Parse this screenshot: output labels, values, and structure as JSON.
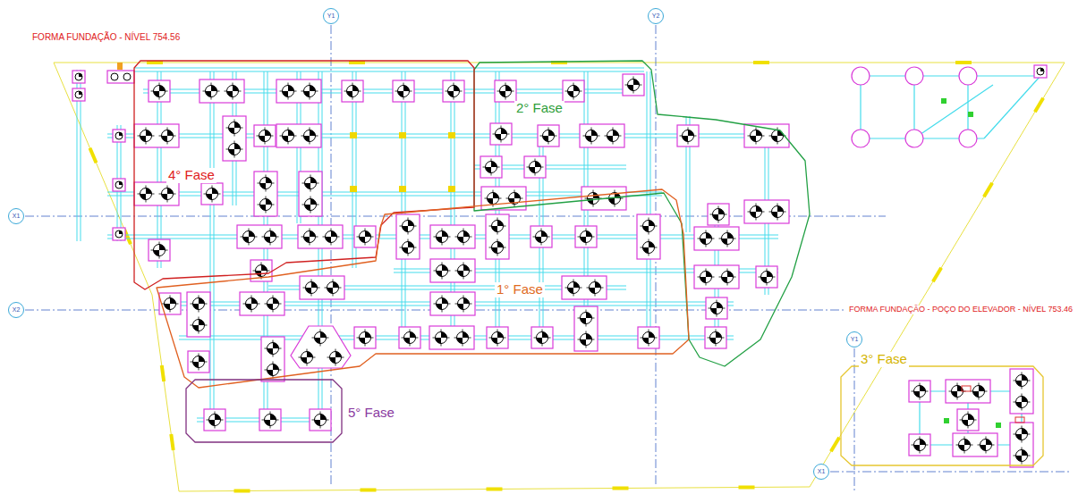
{
  "diagram": {
    "title": "FORMA FUNDAÇÃO - NÍVEL 754.56",
    "nodes": [
      {
        "text": [
          "Y1"
        ]
      },
      {
        "text": [
          "Y2"
        ]
      },
      {
        "text": [
          "2° Fase"
        ]
      },
      {
        "text": [
          "4° Fase"
        ]
      },
      {
        "text": [
          "X1"
        ]
      },
      {
        "text": [
          "1° Fase"
        ]
      },
      {
        "text": [
          "X2"
        ]
      },
      {
        "text": [
          "Y1"
        ]
      },
      {
        "text": [
          "3° Fase"
        ]
      },
      {
        "text": [
          "5° Fase"
        ]
      },
      {
        "text": [
          "X1"
        ]
      }
    ],
    "labels": [
      "FORMA FUNDAÇÃO - POÇO DO ELEVADOR - NÍVEL 753.46"
    ]
  }
}
